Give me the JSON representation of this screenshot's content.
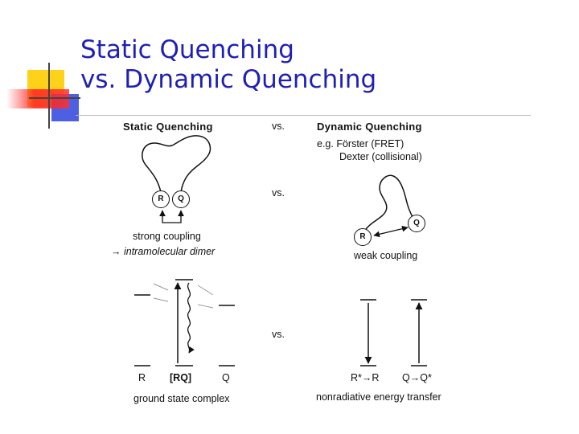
{
  "slide": {
    "title_line1": "Static Quenching",
    "title_line2": "vs. Dynamic Quenching",
    "title_color": "#1f1fb4"
  },
  "static": {
    "heading": "Static Quenching",
    "node_r": "R",
    "node_q": "Q",
    "coupling": "strong coupling",
    "result_arrow": "→",
    "result": "intramolecular dimer",
    "level_r": "R",
    "level_rq": "[RQ]",
    "level_q": "Q",
    "caption_a": "ground",
    "caption_b": "state complex"
  },
  "dynamic": {
    "heading": "Dynamic Quenching",
    "example_line1": "e.g. Förster (FRET)",
    "example_line2": "Dexter (collisional)",
    "node_r": "R",
    "node_q": "Q",
    "coupling": "weak coupling",
    "transition_r": "R*→R",
    "transition_q": "Q→Q*",
    "caption_a": "nonradiative",
    "caption_b": "energy transfer"
  },
  "vs_labels": [
    "vs.",
    "vs.",
    "vs."
  ],
  "decoration_colors": {
    "yellow": "#ffd21a",
    "red": "#ff2020",
    "blue": "#3a4fe0",
    "rule": "#444444"
  }
}
